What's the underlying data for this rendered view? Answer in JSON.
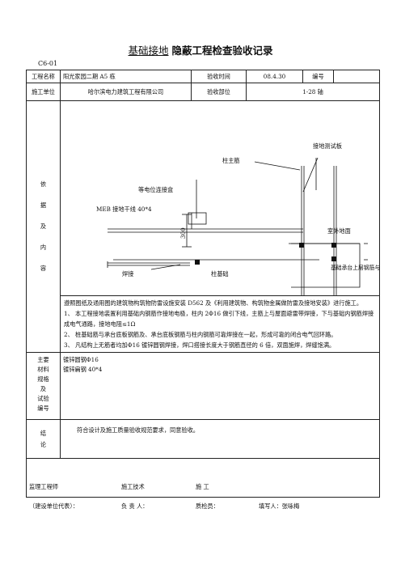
{
  "title": {
    "prefix": "基础接地",
    "main": "隐蔽工程检查验收记录"
  },
  "form_code": "C6-01",
  "header": {
    "project_label": "工程名称",
    "project_value": "阳光家园二期 A5 栋",
    "date_label": "验收时间",
    "date_value": "08.4.30",
    "number_label": "编号",
    "number_value": "",
    "unit_label": "施工单位",
    "unit_value": "哈尔滨电力建筑工程有限公司",
    "part_label": "验收部位",
    "part_value": "1-28 轴"
  },
  "basis_label": [
    "依",
    "据",
    "及",
    "内",
    "容"
  ],
  "diagram": {
    "test_plate": "接地测试板",
    "column_rebar": "柱主筋",
    "equip_box": "等电位连接盒",
    "meb": "MEB 接地干线 40*4",
    "dim": "300",
    "floor": "室外地面",
    "weld": "焊接",
    "foundation": "柱基础",
    "cap_note": "基础承台上层钢筋与柱主筋"
  },
  "content": {
    "intro": "遵照图纸及通用图的建筑物构筑物防雷设施安装 D562 及《利用建筑物、构筑物金属做防雷及接地安装》进行施工。",
    "items": [
      "1、 本工程接地装置利用基础内钢筋作接地电极，柱内 2Φ16 做引下线，主筋上与屋面避雷带焊接，下与基础内钢筋焊接成电气通路，接地电阻≤1Ω",
      "2、 桩基础筋与承台底板钢筋及、承台底板钢筋与柱内钢筋可靠焊接在一起，形成可靠的闭合电气回环路。",
      "3、 凡结构上无筋者均加Φ16 镀锌圆钢焊接，焊口搭接长度大于钢筋直径的 6 倍，双面施焊，焊缝饱满。"
    ]
  },
  "materials": {
    "label": [
      "主要",
      "材料",
      "规格",
      "及",
      "试验",
      "编号"
    ],
    "items": [
      "镀锌圆钢Φ16",
      "镀锌扁钢 40*4"
    ]
  },
  "conclusion": {
    "label": [
      "结",
      "论"
    ],
    "text": "符合设计及施工质量验收规范要求，同意验收。"
  },
  "signatures": {
    "supervisor": "监理工程师",
    "owner_rep": "（建设单位代表）：",
    "tech": "施工技术",
    "tech_resp": "负  责  人：",
    "construction": "施      工",
    "inspector": "质检员：",
    "filler": "填写人：张咏梅"
  }
}
